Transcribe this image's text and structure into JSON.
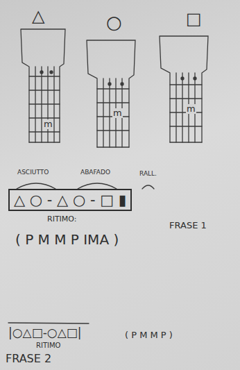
{
  "diagram": {
    "nodes": [
      {
        "text": [
          "△ ○ - △ ○ - □ ▮"
        ]
      }
    ],
    "labels": [
      "△",
      "○",
      "□",
      "m",
      "m",
      "m",
      "ASCIUTTO",
      "ABAFADO",
      "RALL.",
      "RITIMO:",
      "( P  M  M  P  IMA )",
      "FRASE 1",
      "|○△□-○△□|",
      "RITIMO",
      "( P  M  M  P )",
      "FRASE 2"
    ]
  }
}
